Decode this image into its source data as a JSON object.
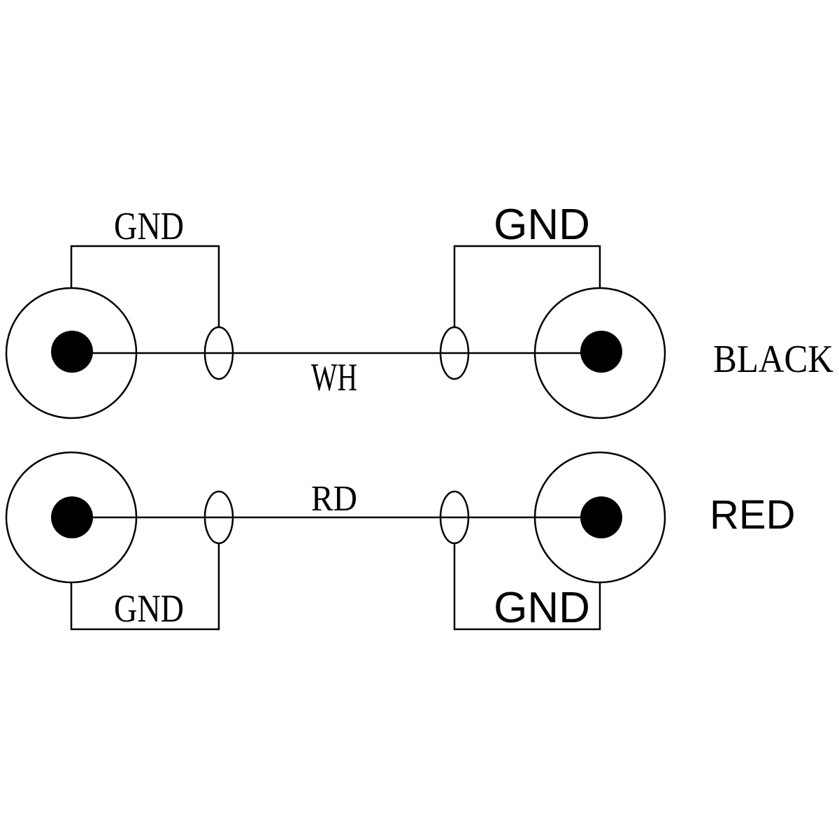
{
  "labels": {
    "top_left_gnd": "GND",
    "top_right_gnd": "GND",
    "top_wire": "WH",
    "top_cable": "BLACK",
    "bottom_left_gnd": "GND",
    "bottom_right_gnd": "GND",
    "bottom_wire": "RD",
    "bottom_cable": "RED"
  }
}
